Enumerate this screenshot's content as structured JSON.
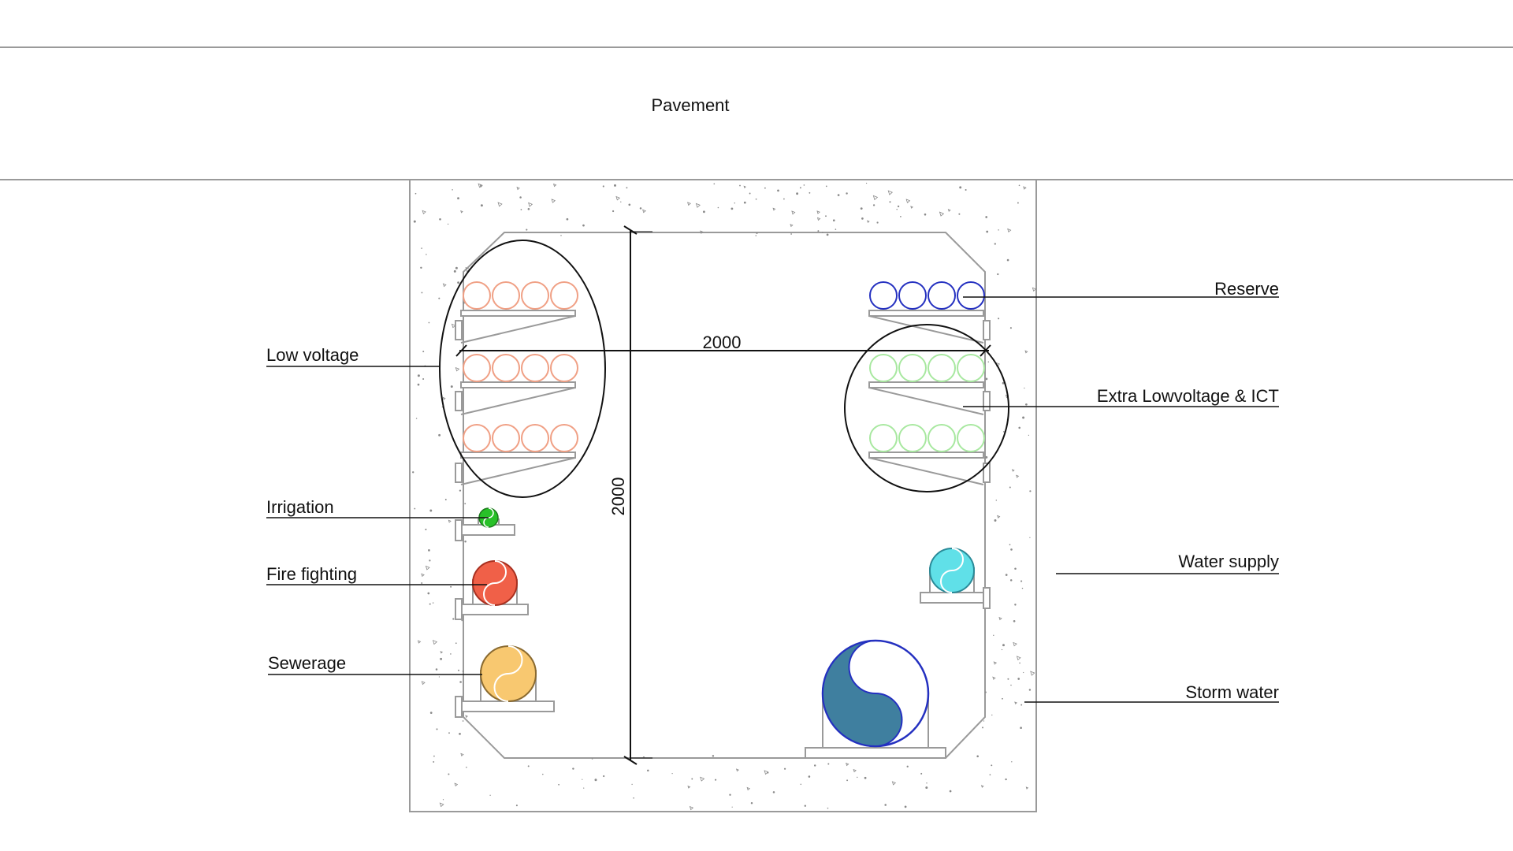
{
  "pavement_label": "Pavement",
  "dimensions": {
    "width": "2000",
    "height": "2000"
  },
  "labels": {
    "low_voltage": "Low voltage",
    "irrigation": "Irrigation",
    "fire_fighting": "Fire fighting",
    "sewerage": "Sewerage",
    "reserve": "Reserve",
    "extra_low_voltage_ict": "Extra Lowvoltage & ICT",
    "water_supply": "Water supply",
    "storm_water": "Storm water"
  },
  "colors": {
    "line": "#111111",
    "structure": "#9a9a9a",
    "concrete_speckle": "#8a8a8a",
    "low_voltage_cable": "#f0a085",
    "reserve_cable": "#2430c0",
    "elv_ict_cable": "#a8e8a0",
    "irrigation": "#28c028",
    "fire_fighting": "#f06048",
    "sewerage": "#f8c870",
    "water_supply": "#60e0e8",
    "storm_water": "#3f7f9f",
    "storm_water_outline": "#2430c0"
  }
}
